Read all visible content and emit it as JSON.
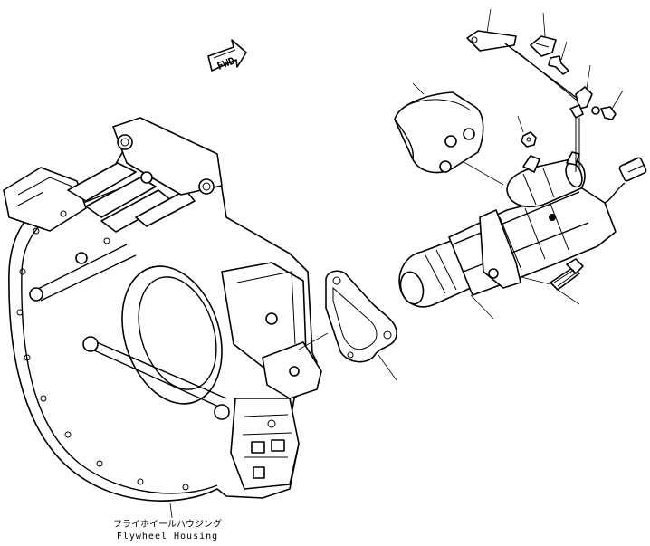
{
  "direction_label": "FWD",
  "caption": {
    "jp": "フライホイールハウジング",
    "en": "Flywheel Housing"
  }
}
